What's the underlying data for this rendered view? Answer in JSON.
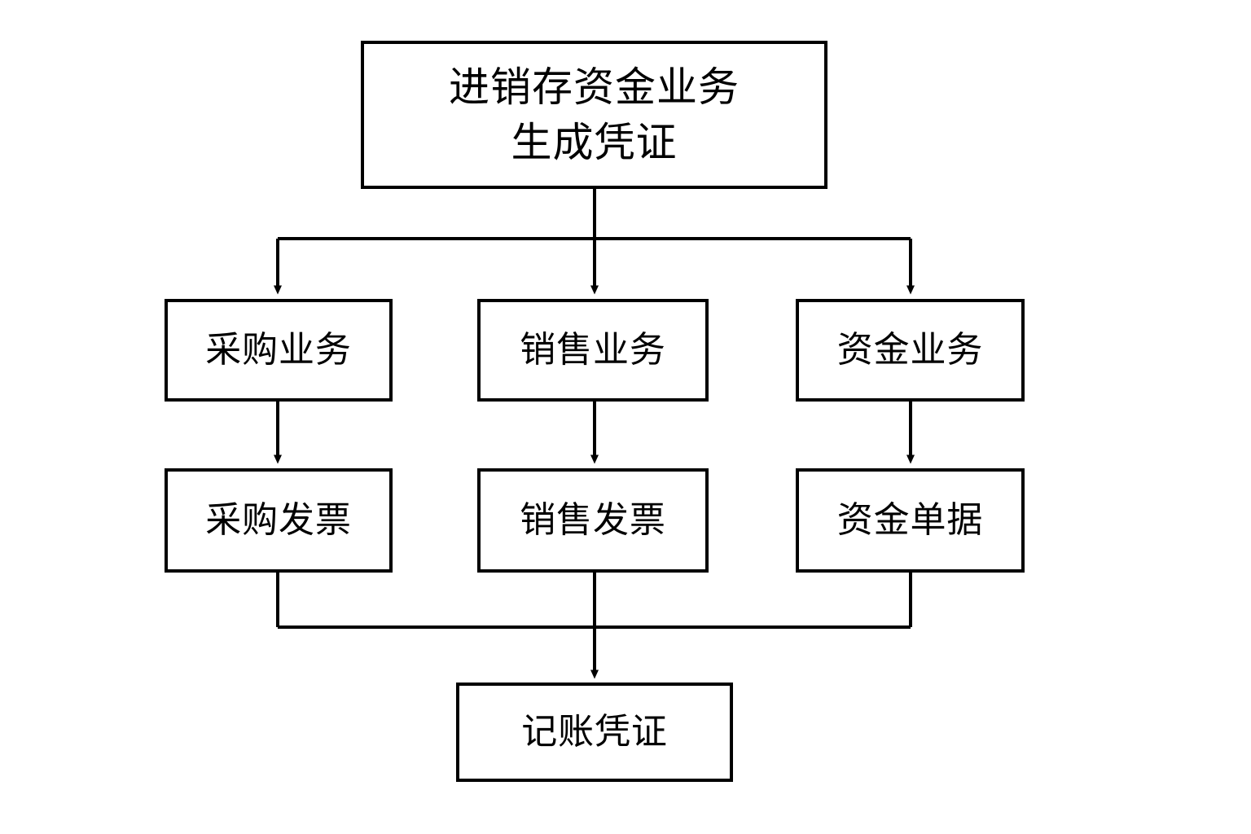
{
  "diagram": {
    "type": "flowchart",
    "orientation": "top-down",
    "background_color": "#ffffff",
    "line_color": "#000000",
    "text_color": "#000000",
    "nodes": {
      "root": {
        "id": "root",
        "label": "进销存资金业务\n生成凭证",
        "label_line1": "进销存资金业务",
        "label_line2": "生成凭证",
        "shape": "rectangle",
        "level": 1
      },
      "purchase_business": {
        "id": "purchase_business",
        "label": "采购业务",
        "shape": "rectangle",
        "level": 2
      },
      "sales_business": {
        "id": "sales_business",
        "label": "销售业务",
        "shape": "rectangle",
        "level": 2
      },
      "funds_business": {
        "id": "funds_business",
        "label": "资金业务",
        "shape": "rectangle",
        "level": 2
      },
      "purchase_invoice": {
        "id": "purchase_invoice",
        "label": "采购发票",
        "shape": "rectangle",
        "level": 3
      },
      "sales_invoice": {
        "id": "sales_invoice",
        "label": "销售发票",
        "shape": "rectangle",
        "level": 3
      },
      "funds_document": {
        "id": "funds_document",
        "label": "资金单据",
        "shape": "rectangle",
        "level": 3
      },
      "accounting_voucher": {
        "id": "accounting_voucher",
        "label": "记账凭证",
        "shape": "rectangle",
        "level": 4
      }
    },
    "edges": [
      {
        "from": "root",
        "to": "purchase_business",
        "style": "orthogonal",
        "arrow": true
      },
      {
        "from": "root",
        "to": "sales_business",
        "style": "orthogonal",
        "arrow": true
      },
      {
        "from": "root",
        "to": "funds_business",
        "style": "orthogonal",
        "arrow": true
      },
      {
        "from": "purchase_business",
        "to": "purchase_invoice",
        "style": "straight",
        "arrow": true
      },
      {
        "from": "sales_business",
        "to": "sales_invoice",
        "style": "straight",
        "arrow": true
      },
      {
        "from": "funds_business",
        "to": "funds_document",
        "style": "straight",
        "arrow": true
      },
      {
        "from": "purchase_invoice",
        "to": "accounting_voucher",
        "style": "orthogonal",
        "arrow": true
      },
      {
        "from": "sales_invoice",
        "to": "accounting_voucher",
        "style": "orthogonal",
        "arrow": true
      },
      {
        "from": "funds_document",
        "to": "accounting_voucher",
        "style": "orthogonal",
        "arrow": true
      }
    ]
  }
}
